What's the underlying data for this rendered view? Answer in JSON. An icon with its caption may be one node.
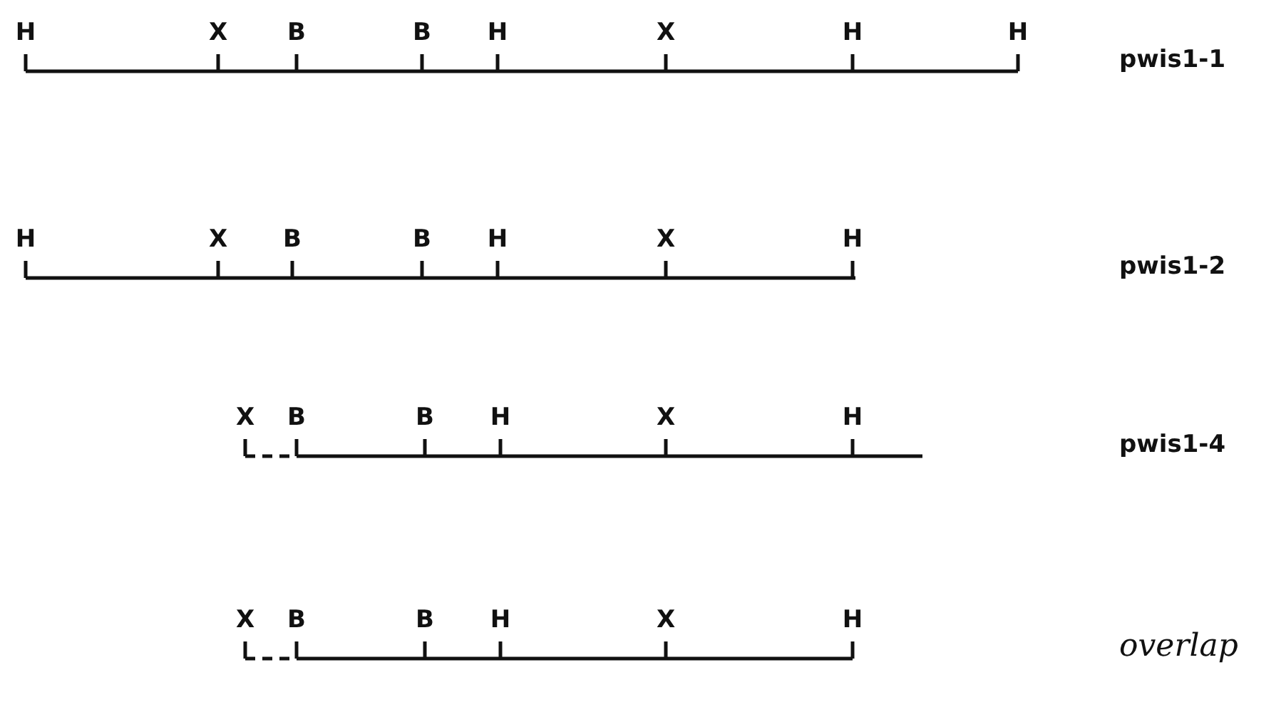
{
  "diagram": {
    "labels": [
      "H",
      "X",
      "B",
      "B",
      "H",
      "X",
      "H",
      "H",
      "pwis1-1",
      "H",
      "X",
      "B",
      "B",
      "H",
      "X",
      "H",
      "pwis1-2",
      "X",
      "B",
      "B",
      "H",
      "X",
      "H",
      "pwis1-4",
      "X",
      "B",
      "B",
      "H",
      "X",
      "H",
      "overlap"
    ]
  }
}
